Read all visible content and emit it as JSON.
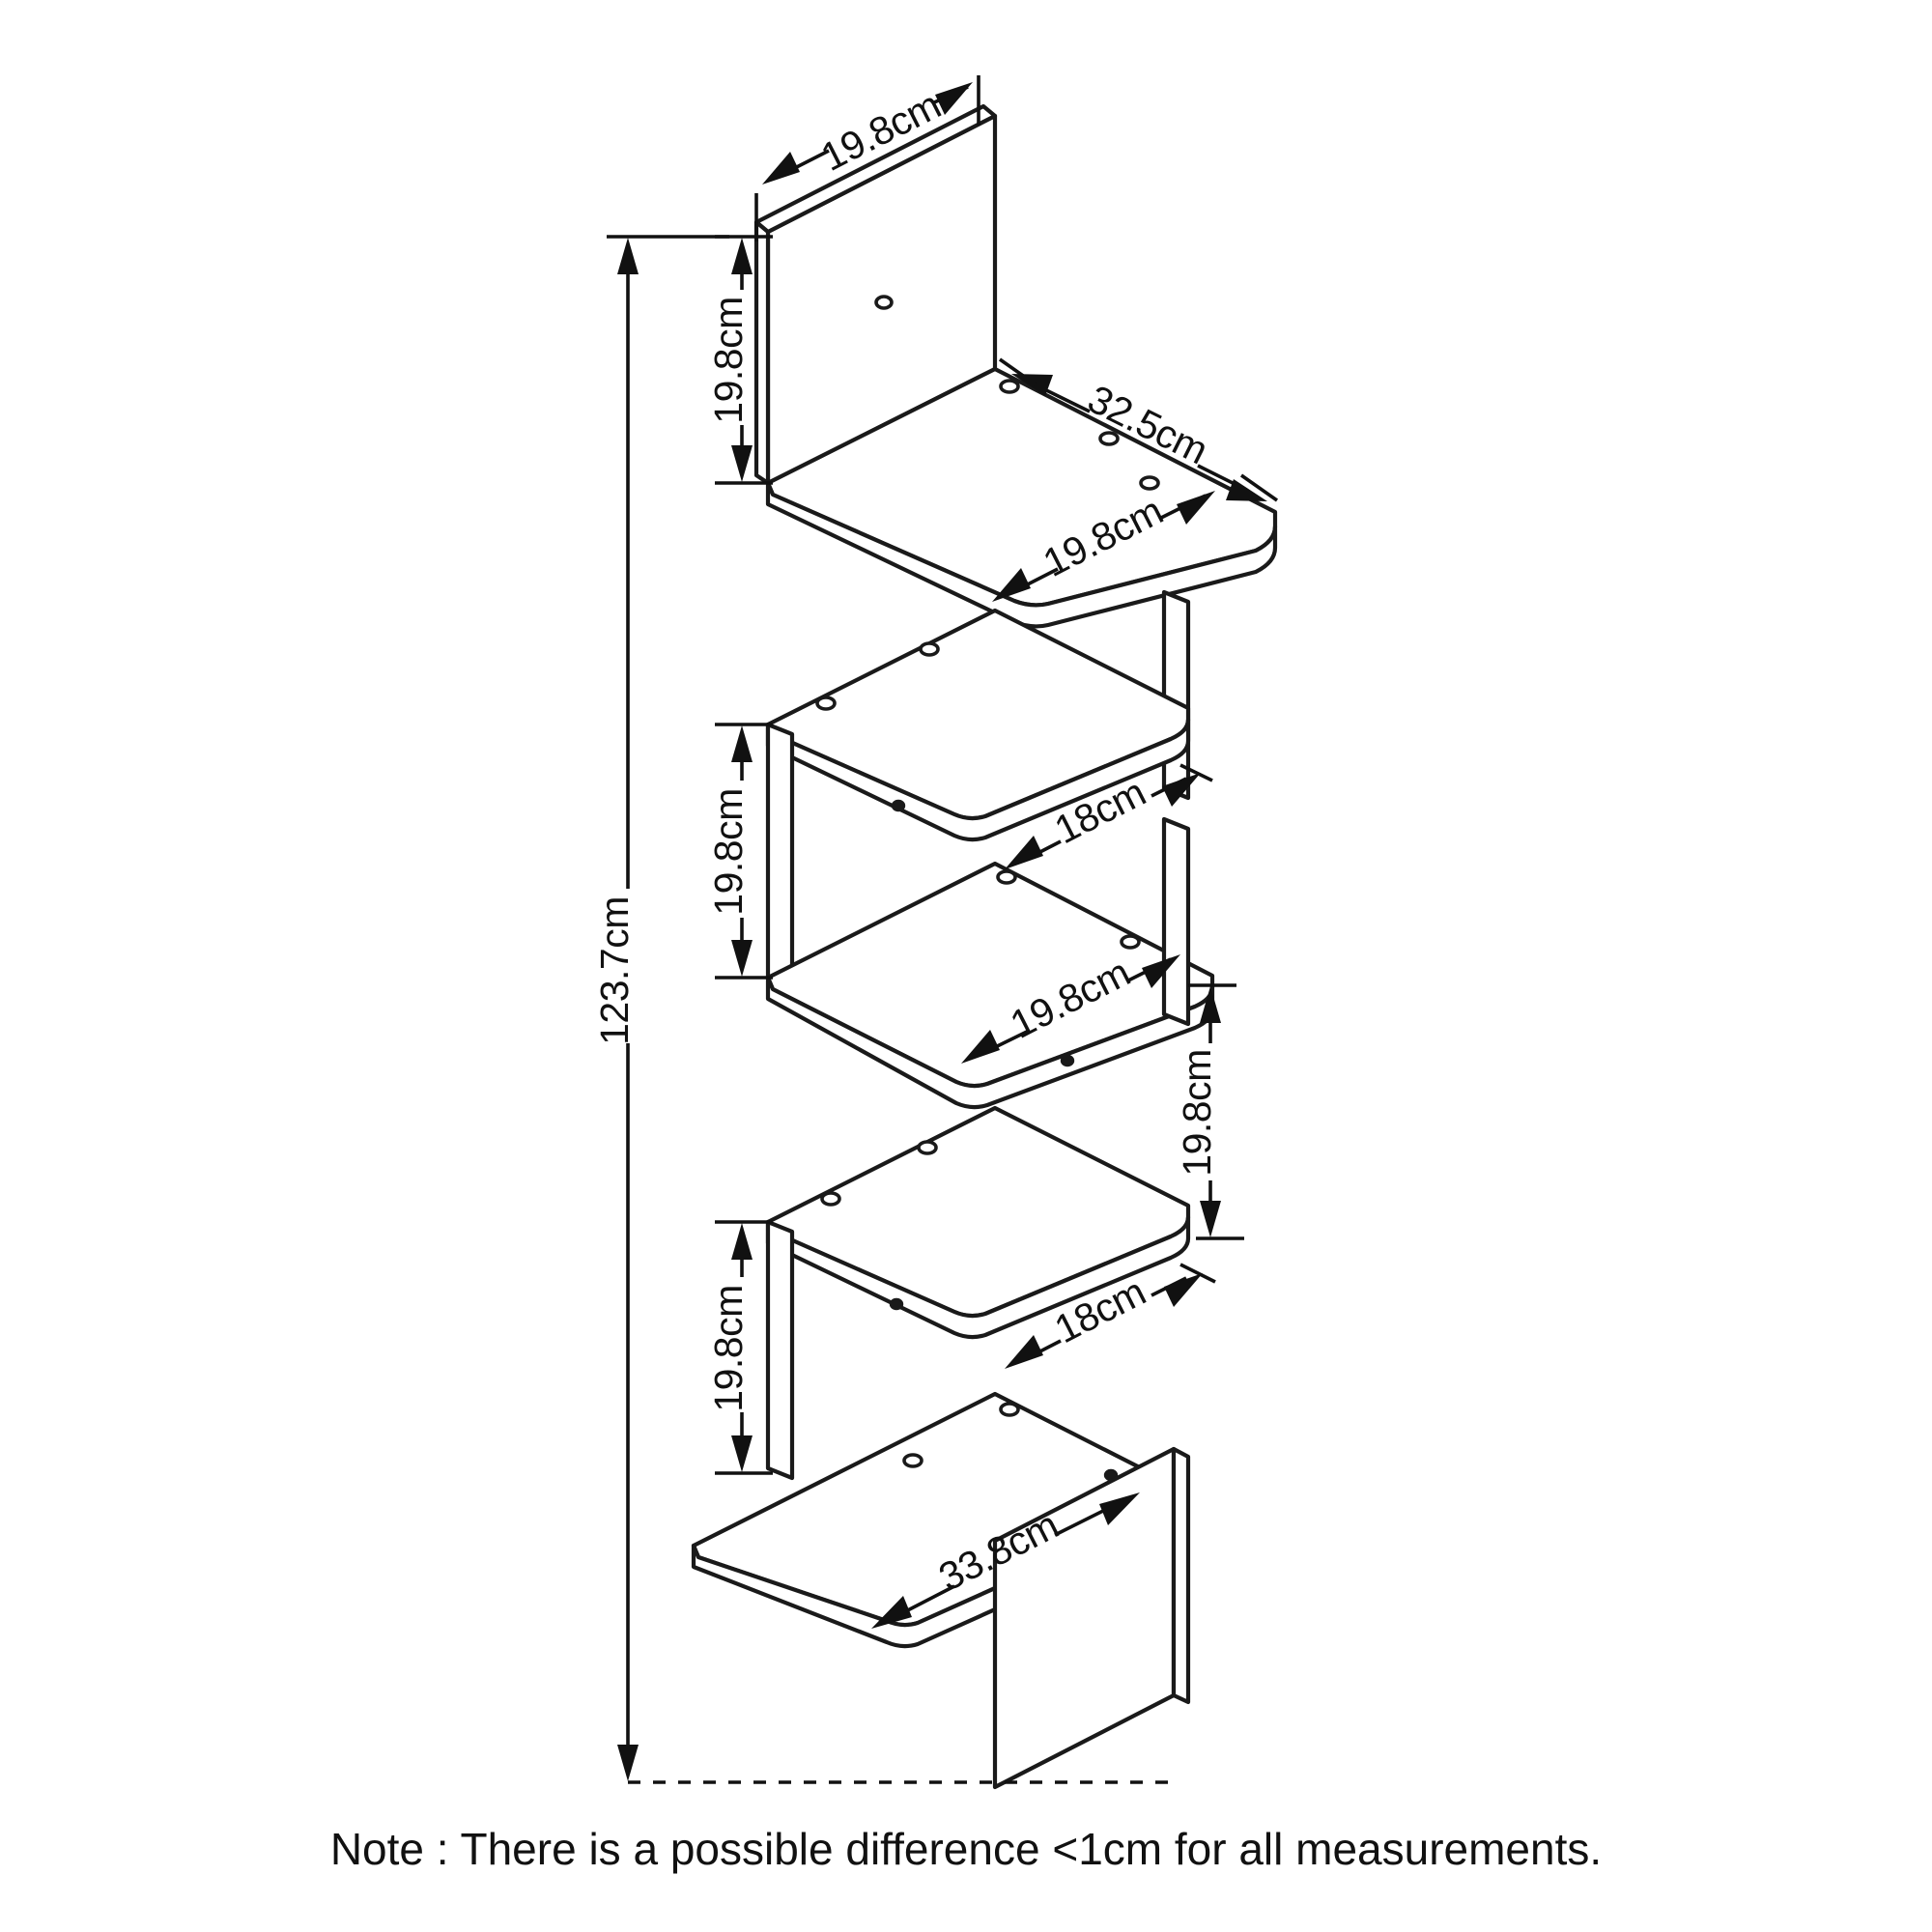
{
  "diagram": {
    "title": "Zig-Zag Corner Wall Shelf Dimension Drawing",
    "units": "cm",
    "line_color": "#1a1a1a",
    "background_color": "#ffffff",
    "note": "Note : There is a possible difference <1cm for all measurements."
  },
  "dimensions": {
    "total_height": "123.7cm",
    "top_back_panel_width": "19.8cm",
    "top_back_panel_height": "19.8cm",
    "top_shelf_long_edge": "32.5cm",
    "top_shelf_short_edge": "19.8cm",
    "tier2_height": "19.8cm",
    "tier2_side_depth": "18cm",
    "tier3_front_edge": "19.8cm",
    "tier3_right_height": "19.8cm",
    "tier4_height": "19.8cm",
    "tier4_side_depth": "18cm",
    "bottom_shelf_width": "33.8cm"
  },
  "labels": {
    "d_total_height": "123.7cm",
    "d_top_width": "19.8cm",
    "d_top_panel_height": "19.8cm",
    "d_shelf1_long": "32.5cm",
    "d_shelf1_short": "19.8cm",
    "d_tier2_height": "19.8cm",
    "d_side_depth_upper": "18cm",
    "d_shelf3_front": "19.8cm",
    "d_right_height": "19.8cm",
    "d_tier4_height": "19.8cm",
    "d_side_depth_lower": "18cm",
    "d_bottom_width": "33.8cm"
  }
}
